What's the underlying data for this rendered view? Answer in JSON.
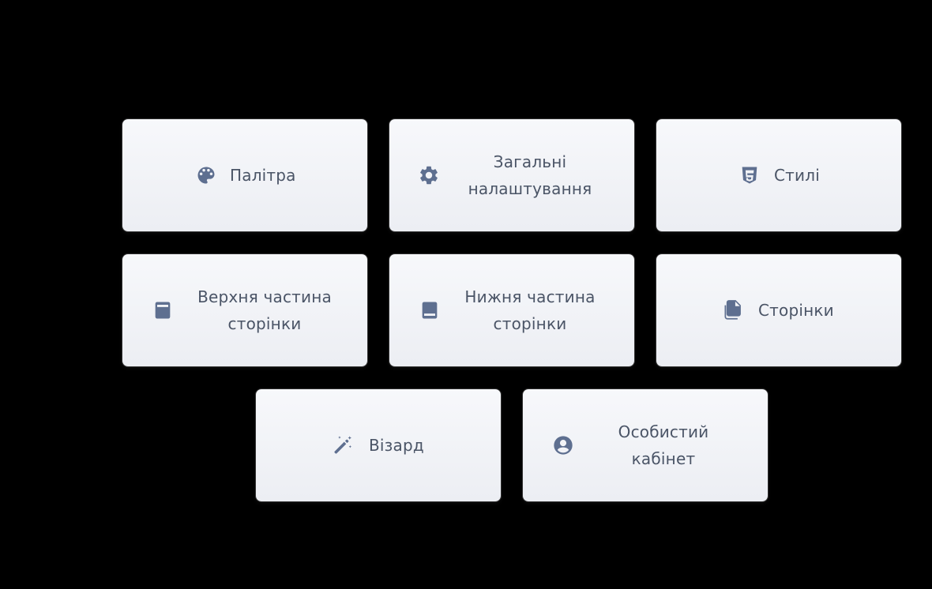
{
  "tiles": [
    {
      "id": "palette",
      "label": "Палітра",
      "icon": "palette-icon"
    },
    {
      "id": "general-settings",
      "label": "Загальні\nналаштування",
      "icon": "gear-icon"
    },
    {
      "id": "styles",
      "label": "Стилі",
      "icon": "css3-icon"
    },
    {
      "id": "header",
      "label": "Верхня частина\nсторінки",
      "icon": "page-header-icon"
    },
    {
      "id": "footer",
      "label": "Нижня частина\nсторінки",
      "icon": "page-footer-icon"
    },
    {
      "id": "pages",
      "label": "Сторінки",
      "icon": "copy-pages-icon"
    },
    {
      "id": "wizard",
      "label": "Візард",
      "icon": "magic-wand-icon"
    },
    {
      "id": "account",
      "label": "Особистий\nкабінет",
      "icon": "user-circle-icon"
    }
  ],
  "colors": {
    "tile_bg": "#f3f4f8",
    "icon": "#5e6f90",
    "text": "#4a5466",
    "page_bg": "#000000"
  }
}
